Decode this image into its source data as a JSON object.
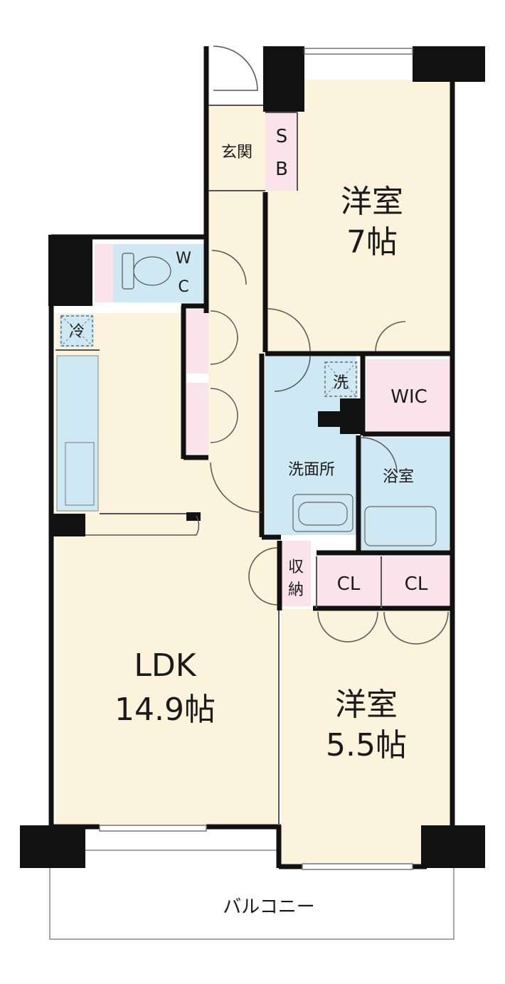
{
  "rooms": {
    "genkan": "玄関",
    "sb_1": "S",
    "sb_2": "B",
    "youshitsu7_name": "洋室",
    "youshitsu7_size": "7帖",
    "wc_1": "W",
    "wc_2": "C",
    "fridge": "冷",
    "washer": "洗",
    "wic": "WIC",
    "senmenjo": "洗面所",
    "yokushitsu": "浴室",
    "shuno_1": "収",
    "shuno_2": "納",
    "cl_1": "CL",
    "cl_2": "CL",
    "ldk_name": "LDK",
    "ldk_size": "14.9帖",
    "youshitsu55_name": "洋室",
    "youshitsu55_size": "5.5帖",
    "balcony": "バルコニー"
  },
  "colors": {
    "room": "#fbf3dc",
    "wet": "#cfe9f4",
    "storage": "#fbe3ec",
    "wall": "#111111"
  }
}
